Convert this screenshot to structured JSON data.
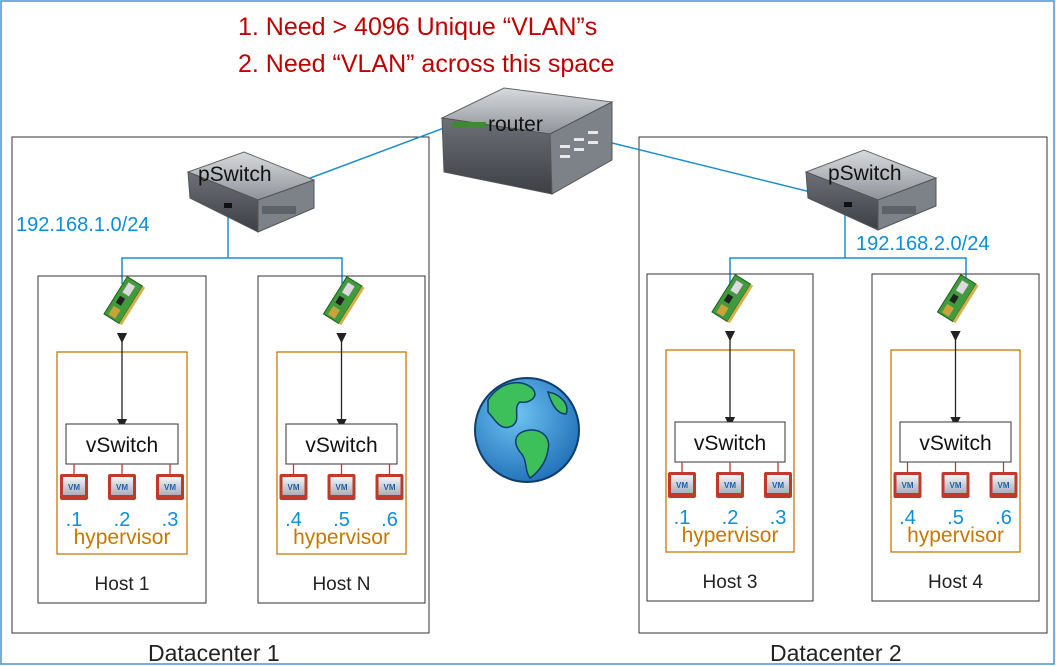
{
  "header": {
    "line1": "1.  Need > 4096 Unique “VLAN”s",
    "line2": "2.  Need “VLAN” across this space"
  },
  "router": {
    "label": "router"
  },
  "datacenters": [
    {
      "name": "Datacenter 1",
      "pswitch_label": "pSwitch",
      "subnet": "192.168.1.0/24",
      "hosts": [
        {
          "name": "Host 1",
          "vswitch": "vSwitch",
          "hypervisor": "hypervisor",
          "vm_label": "VM",
          "ips": [
            ".1",
            ".2",
            ".3"
          ]
        },
        {
          "name": "Host N",
          "vswitch": "vSwitch",
          "hypervisor": "hypervisor",
          "vm_label": "VM",
          "ips": [
            ".4",
            ".5",
            ".6"
          ]
        }
      ]
    },
    {
      "name": "Datacenter 2",
      "pswitch_label": "pSwitch",
      "subnet": "192.168.2.0/24",
      "hosts": [
        {
          "name": "Host 3",
          "vswitch": "vSwitch",
          "hypervisor": "hypervisor",
          "vm_label": "VM",
          "ips": [
            ".1",
            ".2",
            ".3"
          ]
        },
        {
          "name": "Host 4",
          "vswitch": "vSwitch",
          "hypervisor": "hypervisor",
          "vm_label": "VM",
          "ips": [
            ".4",
            ".5",
            ".6"
          ]
        }
      ]
    }
  ],
  "colors": {
    "header_text": "#c00000",
    "link": "#1a8fd0",
    "ip_text": "#0a8fd8",
    "hypervisor": "#c87800",
    "vm_red": "#c0392b",
    "frame": "#4a90d9"
  },
  "icons": {
    "router": "router-device-icon",
    "pswitch": "physical-switch-icon",
    "nic": "network-card-icon",
    "vm": "vm-icon",
    "globe": "globe-icon"
  }
}
